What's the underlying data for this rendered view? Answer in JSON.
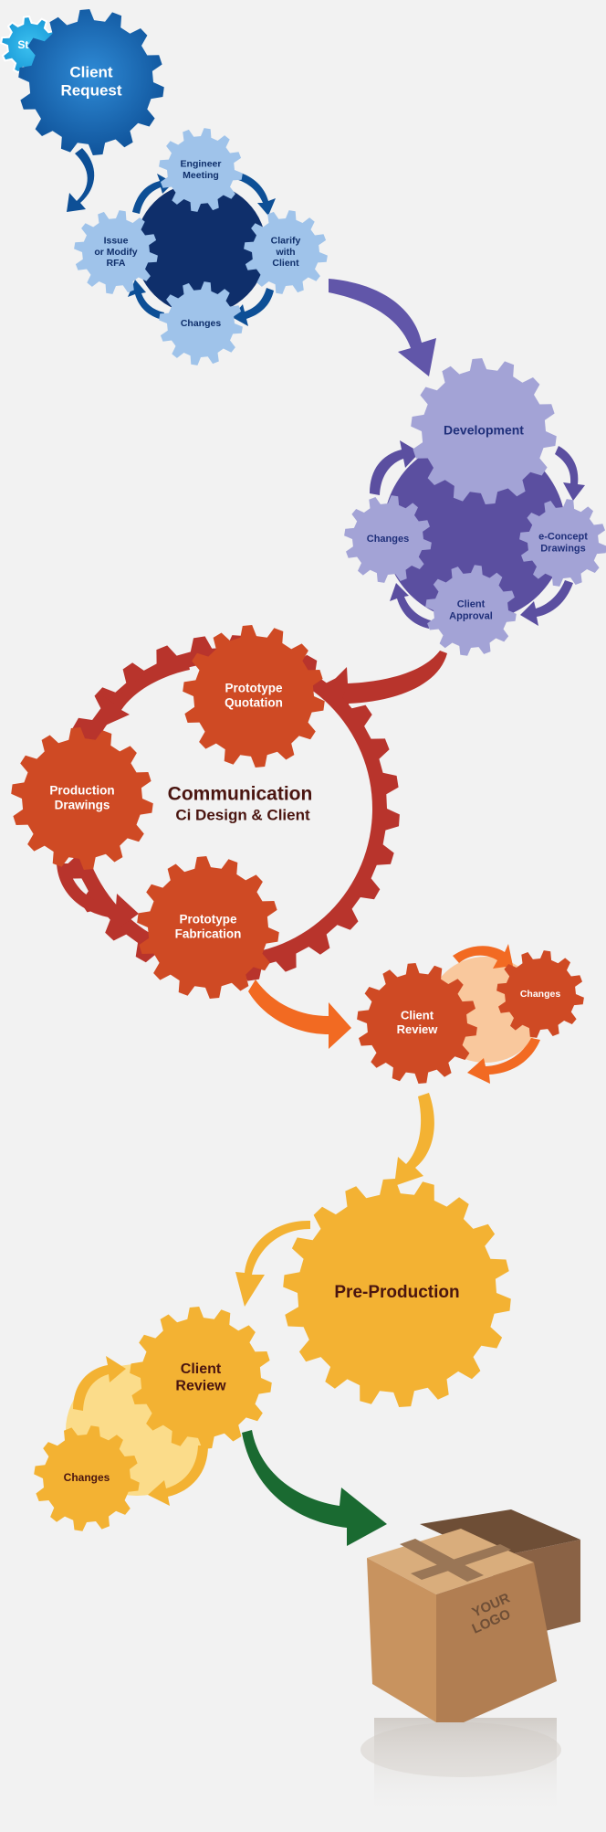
{
  "colors": {
    "background": "#f2f2f2",
    "blue_dark": "#0d4f96",
    "blue_mid": "#1a6ec0",
    "blue_start": "#1fa7e0",
    "blue_light": "#9fc3ea",
    "navy": "#0f2f6b",
    "purple_dark": "#5b4fa0",
    "purple_light": "#a3a3d6",
    "red_ring": "#b8342c",
    "red_gear": "#cf4a24",
    "orange_arrow": "#f26a22",
    "peach": "#f9c89d",
    "yellow": "#f3b233",
    "yellow_light": "#fbdc8a",
    "green_arrow": "#1a6a31",
    "box_light": "#c8935f",
    "box_dark": "#8a6245"
  },
  "icons": {
    "box": "shipping-box-icon"
  },
  "diagram": {
    "start": "Start",
    "client_request": [
      "Client",
      "Request"
    ],
    "engineer_meeting": [
      "Engineer",
      "Meeting"
    ],
    "issue_rfa": [
      "Issue",
      "or Modify",
      "RFA"
    ],
    "clarify_client": [
      "Clarify",
      "with",
      "Client"
    ],
    "changes_1": "Changes",
    "development": "Development",
    "changes_2": "Changes",
    "econcept": [
      "e-Concept",
      "Drawings"
    ],
    "client_approval": [
      "Client",
      "Approval"
    ],
    "prototype_quotation": [
      "Prototype",
      "Quotation"
    ],
    "production_drawings": [
      "Production",
      "Drawings"
    ],
    "communication_title": "Communication",
    "communication_subtitle": "Ci Design & Client",
    "prototype_fabrication": [
      "Prototype",
      "Fabrication"
    ],
    "client_review_1": [
      "Client",
      "Review"
    ],
    "changes_3": "Changes",
    "pre_production": "Pre-Production",
    "client_review_2": [
      "Client",
      "Review"
    ],
    "changes_4": "Changes",
    "box_logo": [
      "YOUR",
      "LOGO"
    ]
  }
}
